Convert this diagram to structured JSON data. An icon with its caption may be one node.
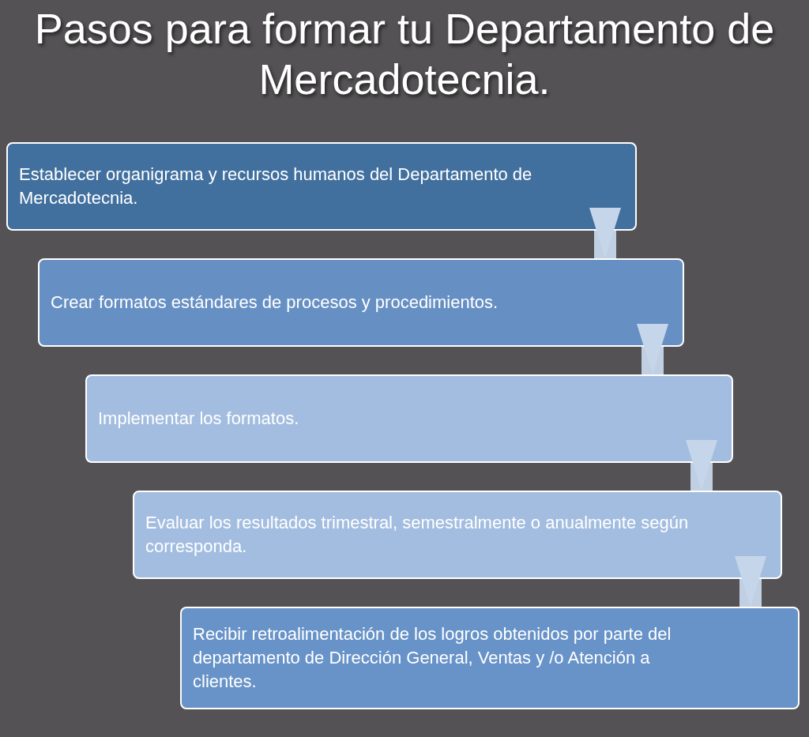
{
  "diagram": {
    "title": "Pasos para formar tu Departamento de Mercadotecnia.",
    "nodes": [
      {
        "text": [
          "Establecer organigrama y recursos humanos del Departamento de Mercadotecnia."
        ]
      },
      {
        "text": [
          "Crear formatos estándares de procesos y procedimientos."
        ]
      },
      {
        "text": [
          "Implementar los formatos."
        ]
      },
      {
        "text": [
          "Evaluar los resultados trimestral, semestralmente o anualmente según corresponda."
        ]
      },
      {
        "text": [
          "Recibir retroalimentación de los logros obtenidos  por parte del departamento de Dirección General, Ventas y /o Atención a clientes."
        ]
      }
    ],
    "edges": [
      {
        "from": 0,
        "to": 1,
        "arrow": "to"
      },
      {
        "from": 1,
        "to": 2,
        "arrow": "to"
      },
      {
        "from": 2,
        "to": 3,
        "arrow": "to"
      },
      {
        "from": 3,
        "to": 4,
        "arrow": "to"
      }
    ]
  }
}
